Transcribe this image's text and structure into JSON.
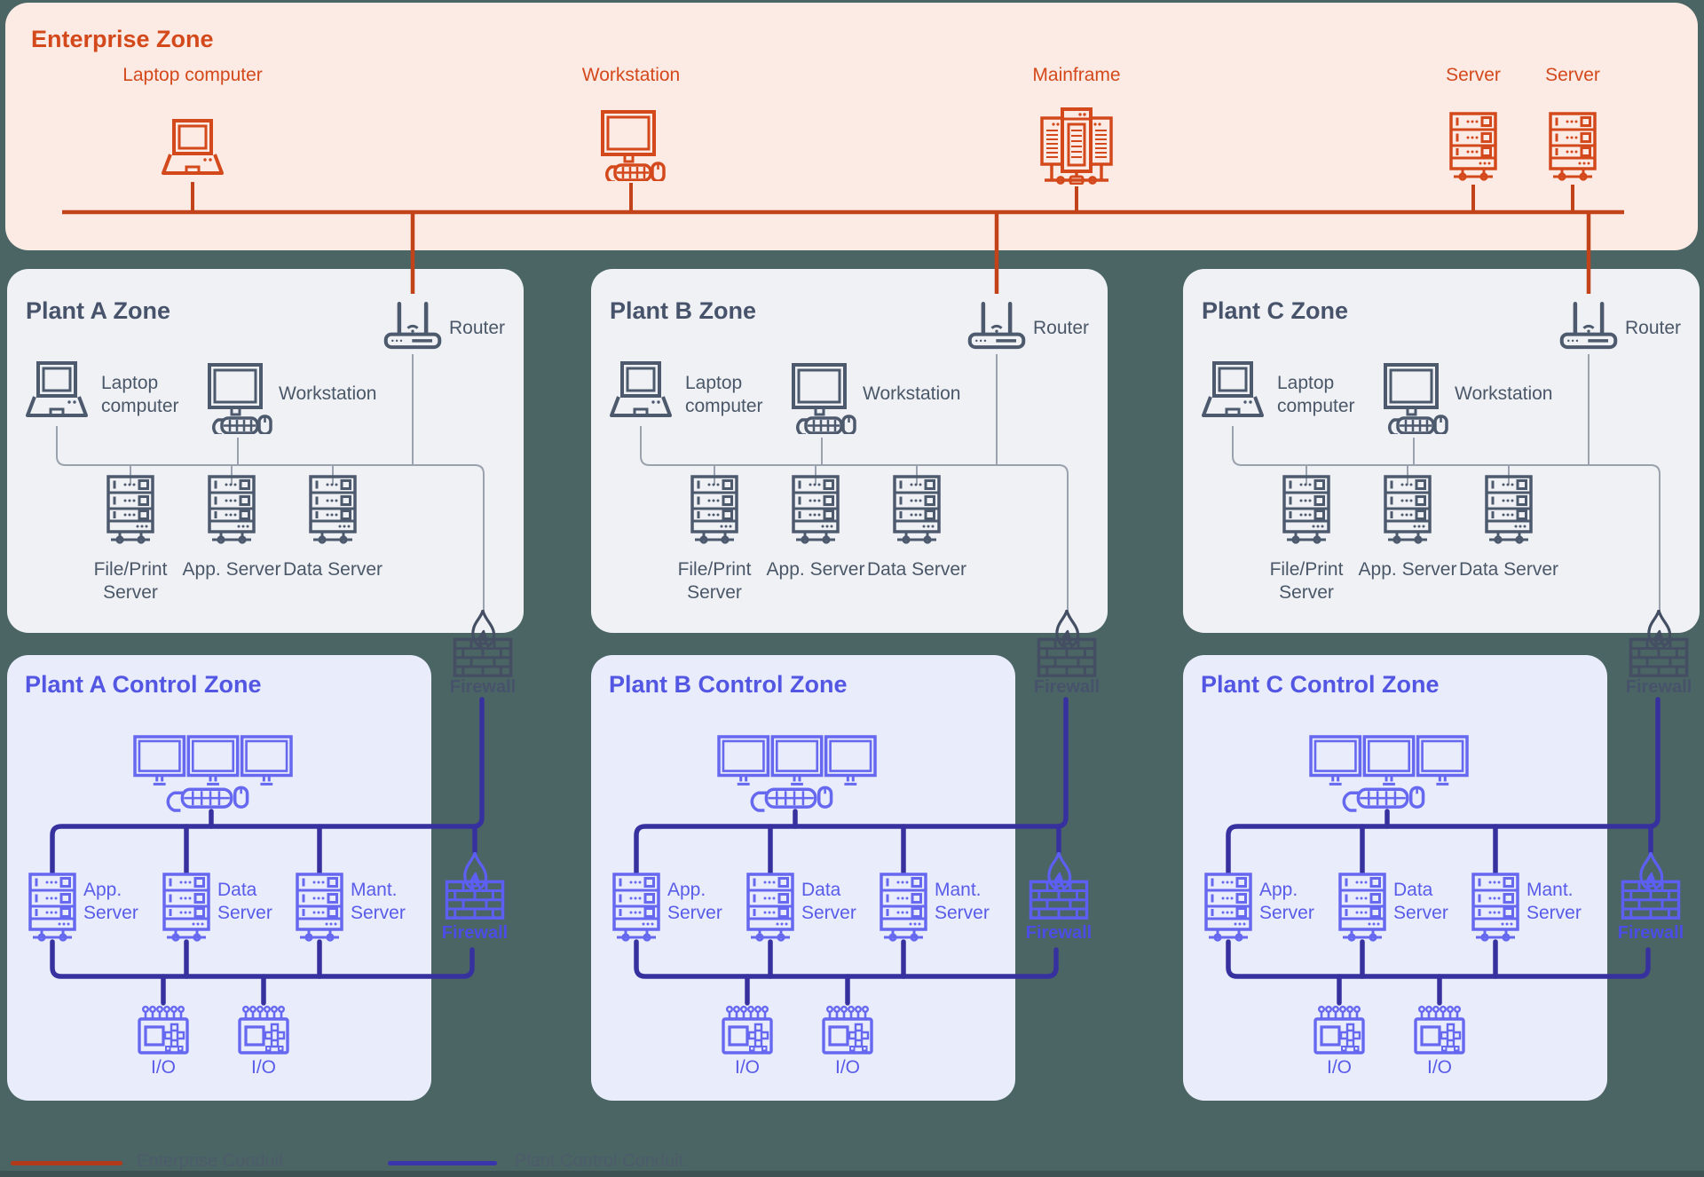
{
  "colors": {
    "canvasBg": "#4b6464",
    "canvasBgDark": "#3d5253",
    "entBg": "#fcebe4",
    "entAccent": "#d4491c",
    "entConduit": "#c2431a",
    "plantBg": "#f0f1f4",
    "plantTitle": "#47536b",
    "plantIcon": "#4d5a6e",
    "plantText": "#4a5768",
    "plantLine": "#9aa2ae",
    "fwGray": "#454f63",
    "ctrlBg": "#e9ecfb",
    "ctrlTitle": "#5356e2",
    "ctrlIcon": "#6668f0",
    "ctrlText": "#585ce9",
    "indigo": "#37319f",
    "fwBlue": "#5d5ff2",
    "fwBlueText": "#4b4ee6",
    "legendText": "#4d5c6b",
    "legendRed": "#b23a1a",
    "legendBlue": "#3a34ad"
  },
  "enterprise_zone": {
    "title": "Enterprise Zone",
    "devices": [
      {
        "label": "Laptop computer",
        "icon": "laptop-icon"
      },
      {
        "label": "Workstation",
        "icon": "workstation-icon"
      },
      {
        "label": "Mainframe",
        "icon": "mainframe-icon"
      },
      {
        "label": "Server",
        "icon": "server-icon"
      },
      {
        "label": "Server",
        "icon": "server-icon"
      }
    ]
  },
  "plant_zones": [
    {
      "title": "Plant A Zone"
    },
    {
      "title": "Plant B Zone"
    },
    {
      "title": "Plant C Zone"
    }
  ],
  "plant_zone_labels": {
    "router": "Router",
    "laptop": "Laptop computer",
    "workstation": "Workstation",
    "servers": [
      "File/Print Server",
      "App. Server",
      "Data Server"
    ],
    "firewall": "Firewall"
  },
  "control_zones": [
    {
      "title": "Plant A Control Zone"
    },
    {
      "title": "Plant B Control Zone"
    },
    {
      "title": "Plant C Control Zone"
    }
  ],
  "control_zone_labels": {
    "servers": [
      "App. Server",
      "Data Server",
      "Mant. Server"
    ],
    "io": "I/O",
    "firewall": "Firewall"
  },
  "legend": {
    "enterprise": "Enterprise Conduit",
    "plant_control": "Plant Control Conduit"
  }
}
